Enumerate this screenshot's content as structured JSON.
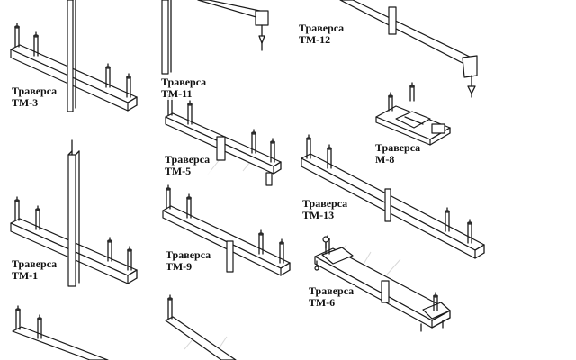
{
  "labels": [
    {
      "id": "tm3",
      "line1": "Траверса",
      "line2": "ТМ-3"
    },
    {
      "id": "tm11",
      "line1": "Траверса",
      "line2": "ТМ-11"
    },
    {
      "id": "tm12",
      "line1": "Траверса",
      "line2": "ТМ-12"
    },
    {
      "id": "m8",
      "line1": "Траверса",
      "line2": "М-8"
    },
    {
      "id": "tm5",
      "line1": "Траверса",
      "line2": "ТМ-5"
    },
    {
      "id": "tm13",
      "line1": "Траверса",
      "line2": "ТМ-13"
    },
    {
      "id": "tm1",
      "line1": "Траверса",
      "line2": "ТМ-1"
    },
    {
      "id": "tm9",
      "line1": "Траверса",
      "line2": "ТМ-9"
    },
    {
      "id": "tm6",
      "line1": "Траверса",
      "line2": "ТМ-6"
    }
  ],
  "colors": {
    "ink": "#1a1a1a",
    "background": "#ffffff"
  }
}
